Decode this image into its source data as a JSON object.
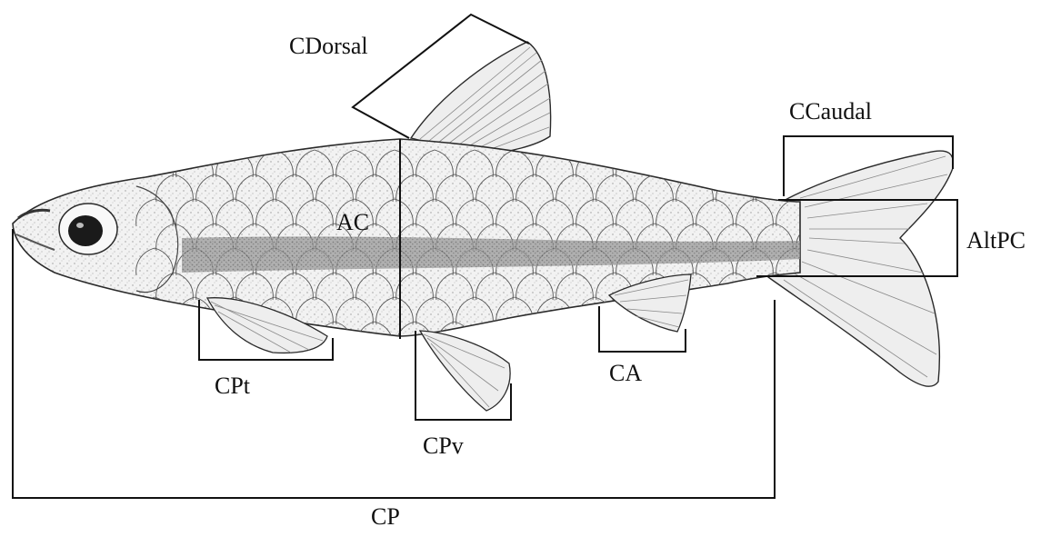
{
  "figure": {
    "subject": "fish-illustration",
    "measurement_labels": {
      "dorsal_fin_length": "CDorsal",
      "caudal_fin_length": "CCaudal",
      "body_height": "AC",
      "caudal_peduncle_height": "AltPC",
      "pectoral_fin_length": "CPt",
      "anal_fin_length": "CA",
      "pelvic_fin_length": "CPv",
      "standard_length": "CP"
    }
  },
  "colors": {
    "ink": "#111111",
    "outline": "#2a2a2a",
    "fin_fill": "#eeeeee",
    "body_fill": "#f3f3f3",
    "stripe": "#8c8c8c",
    "background": "#ffffff"
  }
}
